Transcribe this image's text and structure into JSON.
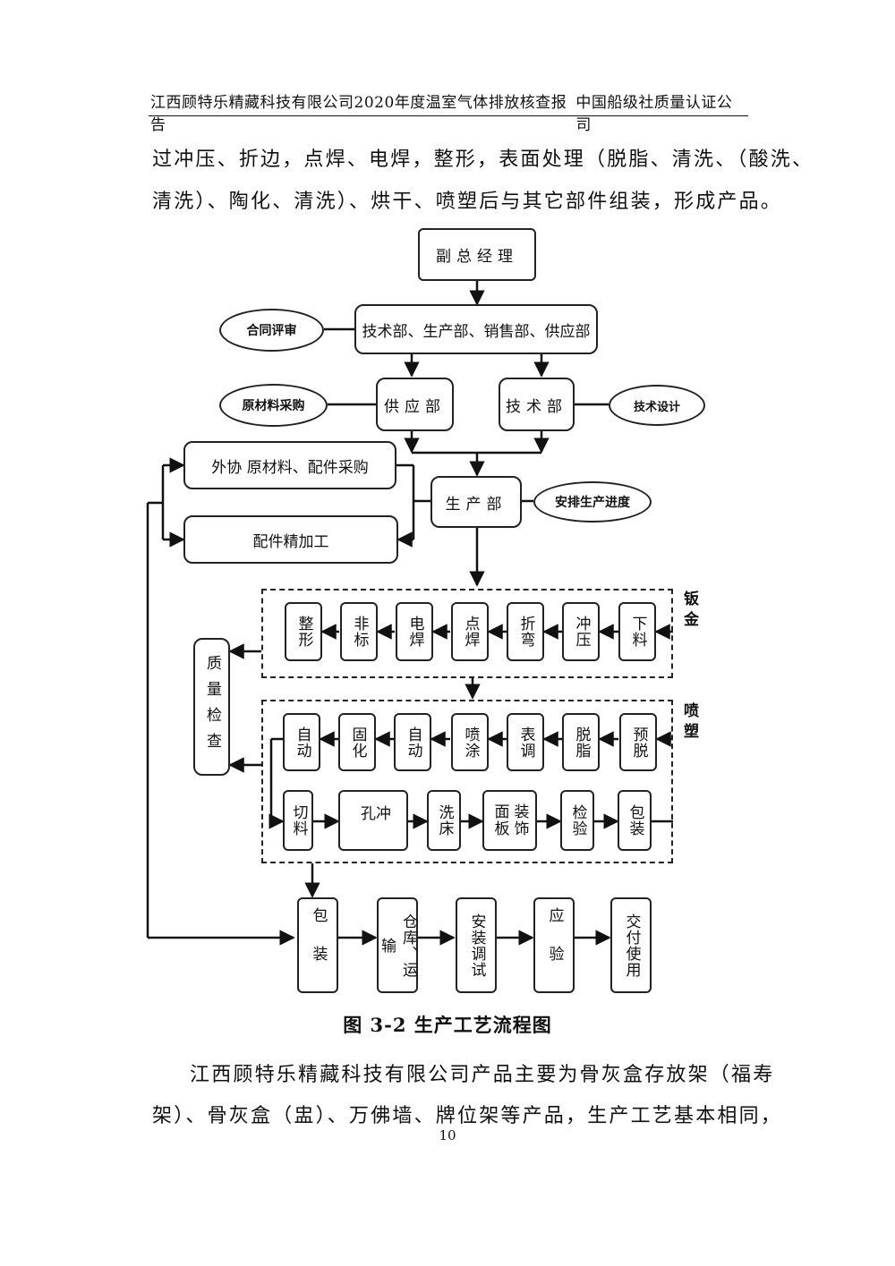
{
  "header": {
    "left": "江西顾特乐精藏科技有限公司2020年度温室气体排放核查报告",
    "right": "中国船级社质量认证公司"
  },
  "text": {
    "para1_line1": "过冲压、折边，点焊、电焊，整形，表面处理（脱脂、清洗、（酸洗、",
    "para1_line2": "清洗）、陶化、清洗）、烘干、喷塑后与其它部件组装，形成产品。",
    "para2_line1": "江西顾特乐精藏科技有限公司产品主要为骨灰盒存放架（福寿",
    "para2_line2": "架）、骨灰盒（盅）、万佛墙、牌位架等产品，生产工艺基本相同，"
  },
  "flowchart": {
    "manager": "副总经理",
    "departments": "技术部、生产部、销售部、供应部",
    "contract_review": "合同评审",
    "supply_dept": "供应部",
    "tech_dept": "技术部",
    "raw_purchase": "原材料采购",
    "tech_design": "技术设计",
    "outsource": "外协 原材料、配件采购",
    "parts_machining": "配件精加工",
    "production_dept": "生产部",
    "schedule": "安排生产进度",
    "quality_check": "质量检查",
    "sheet_metal_label": "钣金",
    "spray_label": "喷塑",
    "sheet_metal_steps": [
      "整形",
      "非标",
      "电焊",
      "点焊",
      "折弯",
      "冲压",
      "下料"
    ],
    "spray_row1": [
      "自动",
      "固化",
      "自动",
      "喷涂",
      "表调",
      "脱脂",
      "预脱"
    ],
    "spray_row2": [
      "切料",
      "冲孔",
      "洗床",
      "装饰面板",
      "检验",
      "包装"
    ],
    "final_steps": [
      "包装",
      "仓库、运输",
      "安装调试",
      "应验",
      "交付使用"
    ]
  },
  "caption": "图 3-2  生产工艺流程图",
  "page_number": "10"
}
